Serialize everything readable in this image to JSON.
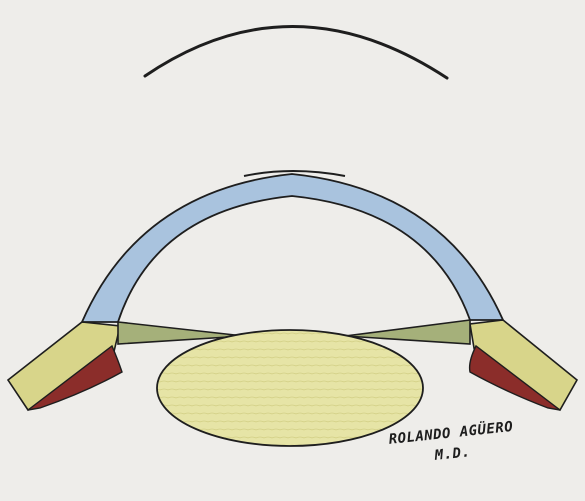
{
  "artist": {
    "line1": "ROLANDO AGÜERO",
    "line2": "M.D."
  },
  "colors": {
    "paper": "#eeedea",
    "cornea": "#a9c3de",
    "sclera": "#d8d58a",
    "iris": "#a5b07a",
    "ciliary_body": "#8b2d2a",
    "lens": "#e6e4a6",
    "outline": "#1e1e1e"
  },
  "structures": [
    {
      "name": "contact-lens",
      "color": "#1e1e1e"
    },
    {
      "name": "cornea",
      "color": "#a9c3de"
    },
    {
      "name": "sclera",
      "color": "#d8d58a"
    },
    {
      "name": "iris",
      "color": "#a5b07a"
    },
    {
      "name": "ciliary-body",
      "color": "#8b2d2a"
    },
    {
      "name": "lens",
      "color": "#e6e4a6"
    }
  ]
}
